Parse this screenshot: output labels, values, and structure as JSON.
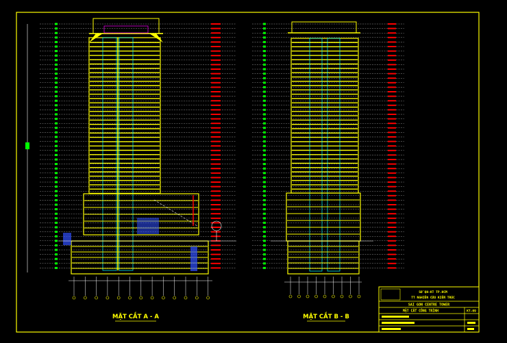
{
  "drawing": {
    "section_a_title": "MẶT CẮT A - A",
    "section_b_title": "MẶT CẮT B - B"
  },
  "title_block": {
    "line1": "SỞ QH-KT TP.HCM",
    "line2": "TT NGHIÊN CỨU KIẾN TRÚC",
    "project": "SAI GON CENTRE TOWER",
    "sheet_title": "MẶT CẮT CÔNG TRÌNH",
    "sheet_no": "KT-09"
  },
  "colors": {
    "background": "#000000",
    "frame": "#ffff00",
    "outline": "#ffff00",
    "levels": "#ffffff",
    "markers": "#00ff00",
    "elevations": "#ff0000",
    "cores": "#00ffff",
    "fill": "#3050ff",
    "accent": "#ff00ff"
  }
}
